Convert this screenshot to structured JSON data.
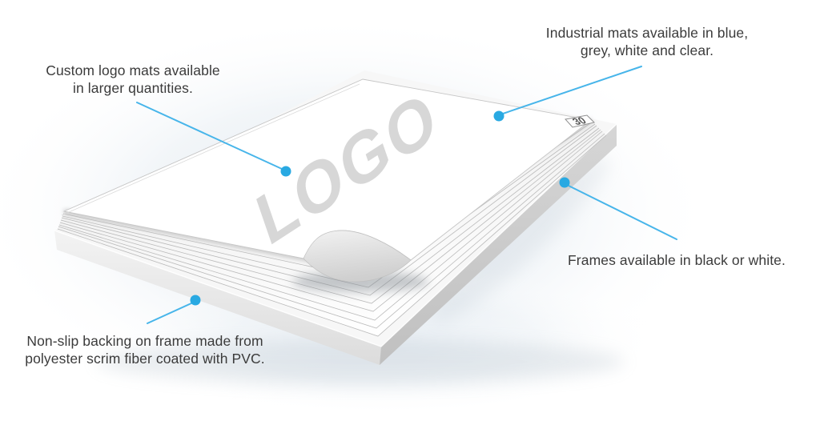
{
  "title": "Sticky mat product feature diagram",
  "illustration": {
    "logo_text": "LOGO",
    "badge_text": "30",
    "colors": {
      "callout_dot": "#29a9e2",
      "callout_line": "#47b5ea",
      "text": "#3b3b3b",
      "logo_watermark": "#d7d7d7",
      "frame_side": "#c9c9c9"
    }
  },
  "callouts": [
    {
      "id": "custom-logo",
      "lines": [
        "Custom logo mats available",
        "in larger quantities."
      ]
    },
    {
      "id": "industrial",
      "lines": [
        "Industrial mats available in blue,",
        "grey, white and clear."
      ]
    },
    {
      "id": "frames",
      "lines": [
        "Frames available in black or white."
      ]
    },
    {
      "id": "backing",
      "lines": [
        "Non-slip backing on frame made from",
        "polyester scrim fiber coated with PVC."
      ]
    }
  ]
}
